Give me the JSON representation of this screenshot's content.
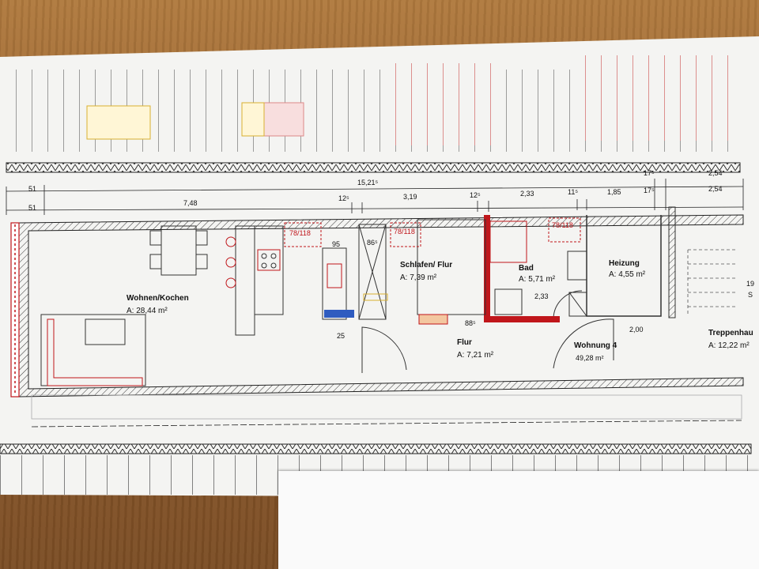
{
  "rooms": {
    "wohnen": {
      "name": "Wohnen/Kochen",
      "area": "A: 28,44 m²"
    },
    "schlafen": {
      "name": "Schlafen/ Flur",
      "area": "A: 7,39 m²"
    },
    "bad": {
      "name": "Bad",
      "area": "A: 5,71 m²"
    },
    "heizung": {
      "name": "Heizung",
      "area": "A: 4,55 m²"
    },
    "flur": {
      "name": "Flur",
      "area": "A: 7,21 m²"
    },
    "wohnung": {
      "name": "Wohnung 4",
      "area": "49,28 m²"
    },
    "treppenhaus": {
      "name": "Treppenhau",
      "area": "A: 12,22 m²"
    }
  },
  "dimensions": {
    "top_left": "51",
    "top_total": "15,21⁵",
    "top_17": "17⁵",
    "top_right": "2,54",
    "row2_51": "51",
    "row2_748": "7,48",
    "row2_125a": "12⁵",
    "row2_319": "3,19",
    "row2_125b": "12⁵",
    "row2_233": "2,33",
    "row2_115": "11⁵",
    "row2_185": "1,85",
    "row2_175": "17⁵",
    "row2_254": "2,54",
    "window_a": "78/118",
    "window_b": "78/118",
    "window_c": "78/118",
    "d95": "95",
    "d865": "86⁵",
    "d25": "25",
    "d885": "88⁵",
    "d233": "2,33",
    "d200": "2,00",
    "stair_s": "S",
    "stair_19": "19"
  }
}
